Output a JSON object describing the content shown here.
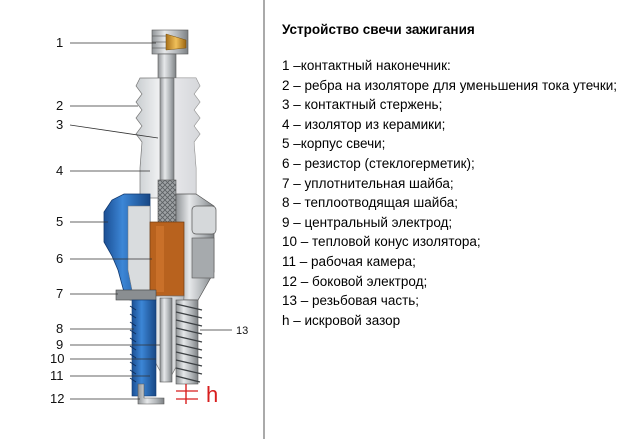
{
  "diagram": {
    "callouts": [
      "1",
      "2",
      "3",
      "4",
      "5",
      "6",
      "7",
      "8",
      "9",
      "10",
      "11",
      "12",
      "13"
    ],
    "gap_label": "h",
    "colors": {
      "metal": "#b9bcbf",
      "ceramic": "#e4e6e8",
      "body_blue": "#2a6fbf",
      "resistor": "#b8621e",
      "electrode_blue": "#1f7ad8",
      "terminal_gold": "#d99a2b",
      "gap_red": "#d81e1e"
    }
  },
  "legend": {
    "title": "Устройство свечи зажигания",
    "items": [
      "1 –контактный наконечник:",
      "2 – ребра на изоляторе для уменьшения тока утечки;",
      "3 – контактный стержень;",
      "4 – изолятор из керамики;",
      "5 –корпус свечи;",
      "6 – резистор (стеклогерметик);",
      "7 – уплотнительная шайба;",
      "8 – теплоотводящая шайба;",
      "9 – центральный электрод;",
      "10 – тепловой конус изолятора;",
      "11 – рабочая камера;",
      "12 – боковой электрод;",
      "13 – резьбовая часть;",
      "h – искровой зазор"
    ]
  }
}
